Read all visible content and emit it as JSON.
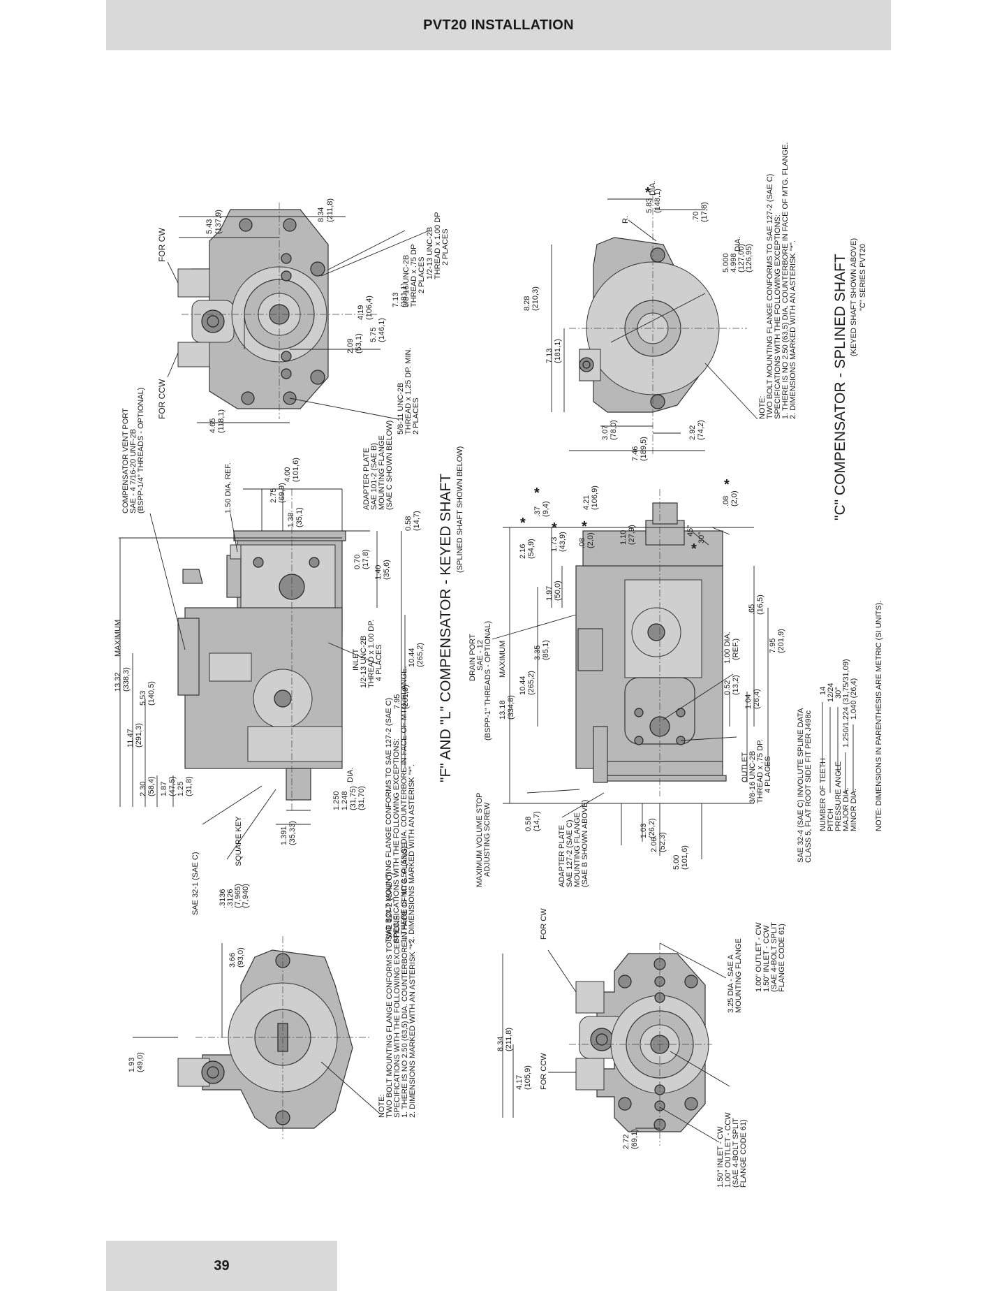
{
  "header": {
    "title": "PVT20 INSTALLATION"
  },
  "footer": {
    "page_number": "39"
  },
  "sections": {
    "keyed": {
      "title": "\"F\" AND \"L\" COMPENSATOR - KEYED SHAFT",
      "subtitle": "(SPLINED SHAFT SHOWN BELOW)"
    },
    "splined": {
      "title": "\"C\" COMPENSATOR - SPLINED SHAFT",
      "subtitle": "(KEYED SHAFT SHOWN ABOVE)",
      "series": "\"C\" SERIES PVT20"
    }
  },
  "labels": {
    "for_cw": "FOR CW",
    "for_ccw": "FOR CCW",
    "compensator_vent_port": [
      "COMPENSATOR VENT PORT",
      "SAE - 4  7/16-20 UNF-2B",
      "(BSPP-1/4\" THREADS - OPTIONAL)"
    ],
    "dia_150_ref": "1.50 DIA. REF.",
    "adapter_plate_b": [
      "ADAPTER PLATE",
      "SAE 101-2 (SAE B)",
      "MOUNTING FLANGE",
      "(SAE C SHOWN BELOW)"
    ],
    "inlet": [
      "INLET",
      "1/2-13 UNC-2B",
      "THREAD x 1.00 DP.",
      "4 PLACES"
    ],
    "maximum": "MAXIMUM",
    "sae_32_1": "SAE 32-1 (SAE C)",
    "square_key": "SQUARE KEY",
    "dia": "DIA.",
    "r": "R.",
    "thread_58": [
      "5/8-11 UNC-2B",
      "THREAD x 1.25 DP. MIN.",
      "2 PLACES"
    ],
    "thread_38": [
      "3/8-16 UNC-2B",
      "THREAD x .75 DP",
      "2 PLACES"
    ],
    "thread_12": [
      "1/2-13 UNC-2B",
      "THREAD x 1.00 DP",
      "2 PLACES"
    ],
    "note_top": [
      "NOTE:",
      "TWO BOLT MOUNTING FLANGE CONFORMS TO SAE 127-2 (SAE C)",
      "SPECIFICATIONS WITH THE FOLLOWING EXCEPTIONS:",
      "1. THERE IS NO 2.50 (63,5) DIA. COUNTERBORE IN FACE OF MTG. FLANGE.",
      "2. DIMENSIONS MARKED WITH AN ASTERISK \"*\"."
    ],
    "note_left_mid": [
      "TWO BOLT MOUNTING FLANGE CONFORMS TO SAE 127-2 (SAE C)",
      "SPECIFICATIONS WITH THE FOLLOWING EXCEPTIONS:",
      "1. THERE IS NO 2.50 (63,5) DIA. COUNTERBORE IN FACE OF MTG. FLANGE.",
      "2. DIMENSIONS MARKED WITH AN ASTERISK \"*\"."
    ],
    "note_bottom": [
      "NOTE:",
      "TWO BOLT MOUNTING FLANGE CONFORMS TO SAE 127-2 (SAE C)",
      "SPECIFICATIONS WITH THE FOLLOWING EXCEPTIONS:",
      "1. THERE IS NO 2.50 (63,5) DIA. COUNTERBORE IN FACE OF MTG. FLANGE.",
      "2. DIMENSIONS MARKED WITH AN ASTERISK \"*\"."
    ],
    "drain_port": [
      "DRAIN PORT",
      "SAE - 12",
      "(BSPP-1\" THREADS - OPTIONAL)"
    ],
    "max_volume_stop": [
      "MAXIMUM VOLUME STOP",
      "ADJUSTING SCREW"
    ],
    "adapter_plate_c": [
      "ADAPTER PLATE",
      "SAE 127-2 (SAE C)",
      "MOUNTING FLANGE",
      "(SAE B SHOWN ABOVE)"
    ],
    "outlet": [
      "OUTLET",
      "3/8-16 UNC-2B",
      "THREAD x .75 DP.",
      "4 PLACES"
    ],
    "dia_100_ref": [
      "1.00 DIA.",
      "(REF.)"
    ],
    "spline_data": [
      "SAE 32-4 (SAE C) INVOLUTE SPLINE DATA",
      "CLASS 5, FLAT ROOT SIDE FIT PER J498c"
    ],
    "spline_rows": [
      {
        "name": "NUMBER OF TEETH",
        "value": "14"
      },
      {
        "name": "PITCH",
        "value": "12/24"
      },
      {
        "name": "PRESSURE ANGLE",
        "value": "30°"
      },
      {
        "name": "MAJOR DIA.",
        "value": "1.250/1.224 (31,75/31,09)"
      },
      {
        "name": "MINOR DIA.",
        "value": "1.040 (26,4)"
      }
    ],
    "note_metric": "NOTE:  DIMENSIONS IN PARENTHESIS ARE METRIC (SI UNITS).",
    "flange_325": [
      "3.25 DIA - SAE A",
      "MOUNTING FLANGE"
    ],
    "outlet_cw": [
      "1.00\" OUTLET - CW",
      "1.50\" INLET - CCW",
      "(SAE 4-BOLT SPLIT",
      "FLANGE CODE 61)"
    ],
    "inlet_cw": [
      "1.50\" INLET - CW",
      "1.00\" OUTLET - CCW",
      "(SAE 4-BOLT SPLIT",
      "FLANGE CODE 61)"
    ],
    "dia_5000": [
      "5.000",
      "4.998",
      "(127,00)",
      "(126,95)"
    ]
  },
  "dimensions": {
    "d_834_top": [
      "8.34",
      "(211,8)"
    ],
    "d_543": [
      "5.43",
      "(137,9)"
    ],
    "d_713": [
      "7.13",
      "(181,1)"
    ],
    "d_419": [
      "4.19",
      "(106,4)"
    ],
    "d_575": [
      "5.75",
      "(146,1)"
    ],
    "d_209": [
      "2.09",
      "(53,1)"
    ],
    "d_465": [
      "4.65",
      "(118,1)"
    ],
    "d_400": [
      "4.00",
      "(101,6)"
    ],
    "d_275": [
      "2.75",
      "(69,9)"
    ],
    "d_138": [
      "1.38",
      "(35,1)"
    ],
    "d_058_a": [
      "0.58",
      "(14,7)"
    ],
    "d_070": [
      "0.70",
      "(17,8)"
    ],
    "d_140": [
      "1.40",
      "(35,6)"
    ],
    "d_1332": [
      "13.32",
      "(338,3)"
    ],
    "d_553": [
      "5.53",
      "(140,5)"
    ],
    "d_1147": [
      "11.47",
      "(291,3)"
    ],
    "d_1044_a": [
      "10.44",
      "(265,2)"
    ],
    "d_795_a": [
      "7.95",
      "(201,9)"
    ],
    "d_230": [
      "2.30",
      "(58,4)"
    ],
    "d_187": [
      "1.87",
      "(47,5)"
    ],
    "d_125": [
      "1.25",
      "(31,8)"
    ],
    "d_1250": [
      "1.250",
      "1.248",
      "(31,75)",
      "(31,70)"
    ],
    "d_1391": [
      "1.391",
      "(35,33)"
    ],
    "d_3136": [
      ".3136",
      ".3126",
      "(7,965)",
      "(7,940)"
    ],
    "d_366": [
      "3.66",
      "(93,0)"
    ],
    "d_193": [
      "1.93",
      "(49,0)"
    ],
    "d_828": [
      "8.28",
      "(210,3)"
    ],
    "d_713_b": [
      "7.13",
      "(181,1)"
    ],
    "d_583": [
      "5.83",
      "(148,1)"
    ],
    "d_070_b": [
      ".70",
      "(17,8)"
    ],
    "d_307": [
      "3.07",
      "(78,0)"
    ],
    "d_746": [
      "7.46",
      "(189,5)"
    ],
    "d_292": [
      "2.92",
      "(74,2)"
    ],
    "d_216": [
      "2.16",
      "(54,9)"
    ],
    "d_037": [
      ".37",
      "(9,4)"
    ],
    "d_173": [
      "1.73",
      "(43,9)"
    ],
    "d_008": [
      ".08",
      "(2,0)"
    ],
    "d_421": [
      "4.21",
      "(106,9)"
    ],
    "d_110": [
      "1.10",
      "(27,9)"
    ],
    "d_008_b": [
      ".08",
      "(2,0)"
    ],
    "d_197": [
      "1.97",
      "(50,0)"
    ],
    "d_335": [
      "3.35",
      "(85,1)"
    ],
    "d_1044_b": [
      "10.44",
      "(265,2)"
    ],
    "d_1318": [
      "13.18",
      "(334,8)"
    ],
    "d_065": [
      ".65",
      "(16,5)"
    ],
    "d_795_b": [
      "7.95",
      "(201,9)"
    ],
    "d_052": [
      "0.52",
      "(13,2)"
    ],
    "d_104": [
      "1.04",
      "(26,4)"
    ],
    "d_058_b": [
      "0.58",
      "(14,7)"
    ],
    "d_103": [
      "1.03",
      "(26,2)"
    ],
    "d_206": [
      "2.06",
      "(52,3)"
    ],
    "d_500": [
      "5.00",
      "(101,6)"
    ],
    "d_834_b": [
      "8.34",
      "(211,8)"
    ],
    "d_417": [
      "4.17",
      "(105,9)"
    ],
    "d_272": [
      "2.72",
      "(69,1)"
    ],
    "angle_45": "45°",
    "angle_30": "30°",
    "asterisk": "*"
  }
}
